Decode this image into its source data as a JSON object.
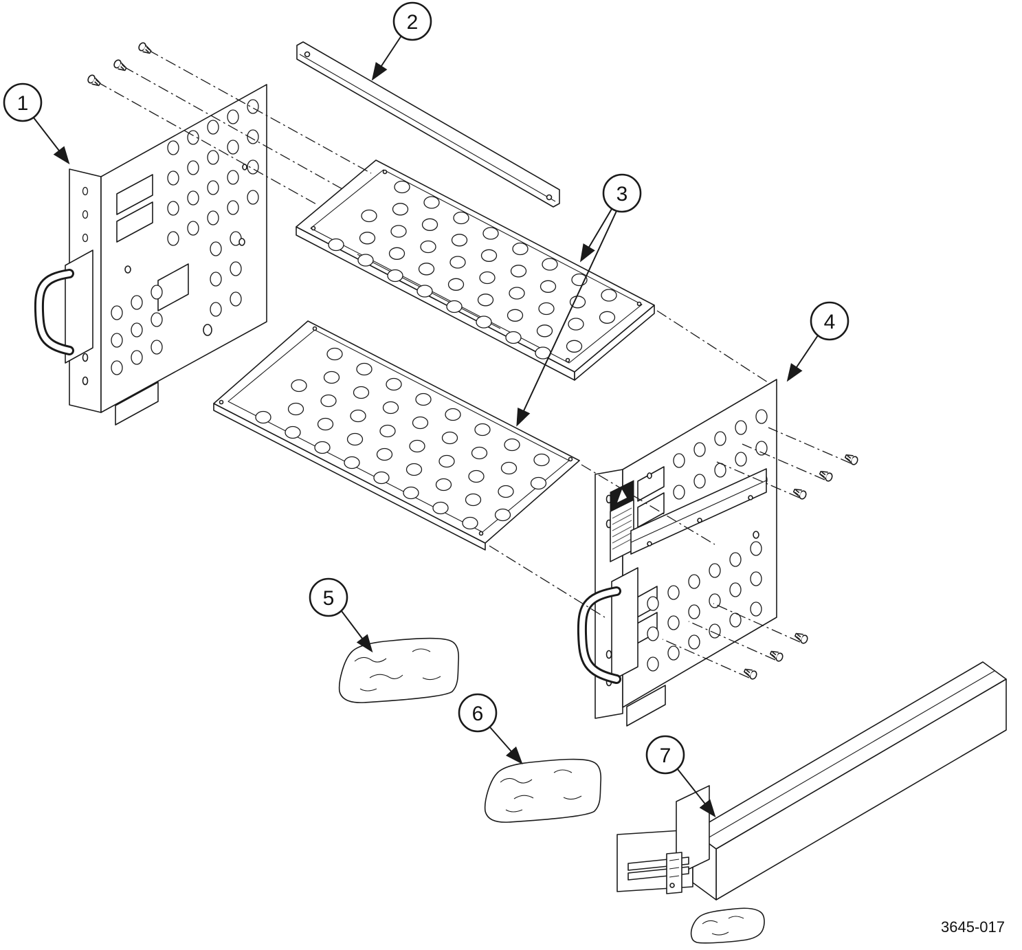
{
  "figure": {
    "number": "3645-017"
  },
  "callouts": [
    {
      "label": "1"
    },
    {
      "label": "2"
    },
    {
      "label": "3"
    },
    {
      "label": "4"
    },
    {
      "label": "5"
    },
    {
      "label": "6"
    },
    {
      "label": "7"
    }
  ]
}
